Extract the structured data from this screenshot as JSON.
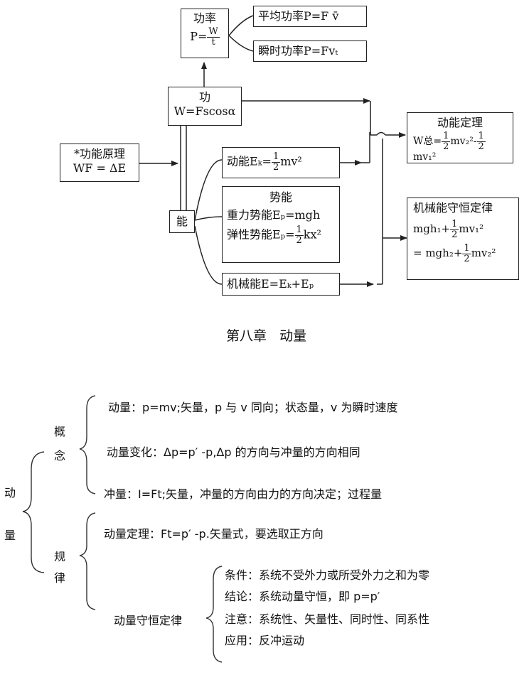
{
  "top_diagram": {
    "power_box": {
      "title": "功率",
      "formula_prefix": "P=",
      "num": "W",
      "den": "t"
    },
    "avg_power": "平均功率P=F v̄",
    "inst_power": "瞬时功率P=Fvₜ",
    "work_box": {
      "title": "功",
      "formula": "W=Fscosα"
    },
    "work_energy_principle": {
      "title": "*功能原理",
      "formula": "WF = ΔE"
    },
    "energy_box": "能",
    "kinetic_energy": {
      "prefix": "动能Eₖ=",
      "num": "1",
      "den": "2",
      "suffix": "mv²"
    },
    "potential_energy": {
      "title": "势能",
      "gravity": "重力势能Eₚ=mgh",
      "elastic_prefix": "弹性势能Eₚ=",
      "elastic_num": "1",
      "elastic_den": "2",
      "elastic_suffix": "kx²"
    },
    "mechanical_energy": "机械能E=Eₖ+Eₚ",
    "kinetic_theorem": {
      "title": "动能定理",
      "prefix": "W总=",
      "n1": "1",
      "d1": "2",
      "t1": "mv₂²-",
      "n2": "1",
      "d2": "2",
      "t2": "mv₁²"
    },
    "conservation": {
      "title": "机械能守恒定律",
      "line1_prefix": "mgh₁+",
      "line1_num": "1",
      "line1_den": "2",
      "line1_suffix": "mv₁²",
      "line2_prefix": "= mgh₂+",
      "line2_num": "1",
      "line2_den": "2",
      "line2_suffix": "mv₂²"
    }
  },
  "chapter_title": "第八章   动量",
  "momentum_tree": {
    "root_1": "动",
    "root_2": "量",
    "concept_1": "概",
    "concept_2": "念",
    "law_1": "规",
    "law_2": "律",
    "momentum": "动量：p=mv;矢量，p 与 v 同向；状态量，v 为瞬时速度",
    "momentum_change": "动量变化：Δp=p′ -p,Δp 的方向与冲量的方向相同",
    "impulse": "冲量：I=Ft;矢量，冲量的方向由力的方向决定；过程量",
    "momentum_theorem": "动量定理：Ft=p′ -p.矢量式，要选取正方向",
    "conservation_law": "动量守恒定律",
    "condition": "条件：系统不受外力或所受外力之和为零",
    "conclusion": "结论：系统动量守恒，即 p=p′",
    "note": "注意：系统性、矢量性、同时性、同系性",
    "application": "应用：反冲运动"
  }
}
